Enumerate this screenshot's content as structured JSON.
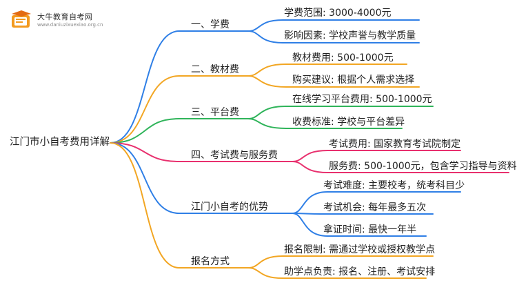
{
  "logo": {
    "title": "大牛教育自考网",
    "subtitle": "www.daniuzixuexiao.org.cn",
    "icon": "book-graduation-icon"
  },
  "root": "江门市小自考费用详解",
  "branches": [
    {
      "label": "一、学费",
      "color": "#2f7fe6",
      "children": [
        "学费范围: 3000-4000元",
        "影响因素: 学校声誉与教学质量"
      ]
    },
    {
      "label": "二、教材费",
      "color": "#f2a623",
      "children": [
        "教材费用: 500-1000元",
        "购买建议: 根据个人需求选择"
      ]
    },
    {
      "label": "三、平台费",
      "color": "#2fb45a",
      "children": [
        "在线学习平台费用: 500-1000元",
        "收费标准: 学校与平台差异"
      ]
    },
    {
      "label": "四、考试费与服务费",
      "color": "#e8306e",
      "children": [
        "考试费用: 国家教育考试院制定",
        "服务费: 500-1000元，包含学习指导与资料"
      ]
    },
    {
      "label": "江门小自考的优势",
      "color": "#2f7fe6",
      "children": [
        "考试难度: 主要校考，统考科目少",
        "考试机会: 每年最多五次",
        "拿证时间: 最快一年半"
      ]
    },
    {
      "label": "报名方式",
      "color": "#f2a623",
      "children": [
        "报名限制: 需通过学校或授权教学点",
        "助学点负责: 报名、注册、考试安排"
      ]
    }
  ]
}
